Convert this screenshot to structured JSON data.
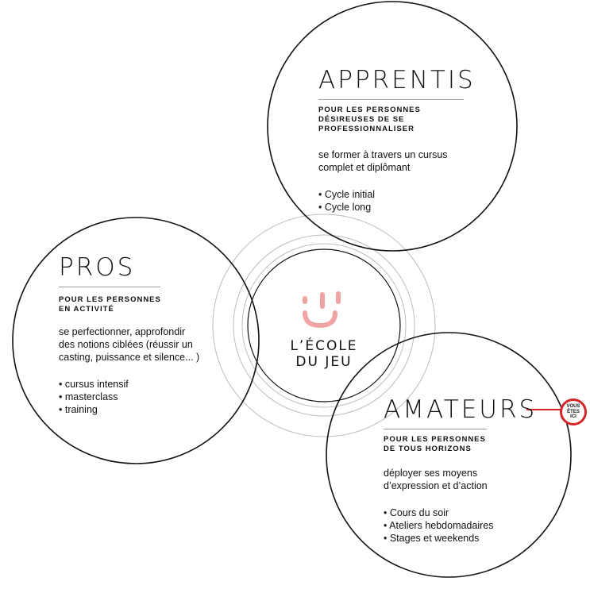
{
  "colors": {
    "accent": "#d3252a",
    "logo": "#f0a3a3",
    "line": "#111111",
    "ring": "#bdbdbd"
  },
  "center": {
    "logo_icon": "ecole-du-jeu-logo-icon",
    "name_line1": "L’ÉCOLE",
    "name_line2": "DU JEU"
  },
  "apprentis": {
    "title": "APPRENTIS",
    "subtitle": [
      "POUR LES PERSONNES",
      "DÉSIREUSES DE SE",
      "PROFESSIONNALISER"
    ],
    "description": [
      "se former à travers un cursus",
      "complet et diplômant"
    ],
    "items": [
      "• Cycle initial",
      "• Cycle long"
    ]
  },
  "pros": {
    "title": "PROS",
    "subtitle": [
      "POUR LES PERSONNES",
      "EN ACTIVITÉ"
    ],
    "description": [
      "se perfectionner, approfondir",
      "des notions ciblées (réussir un",
      "casting, puissance et silence... )"
    ],
    "items": [
      "• cursus intensif",
      "• masterclass",
      "• training"
    ]
  },
  "amateurs": {
    "title": "AMATEURS",
    "subtitle": [
      "POUR LES PERSONNES",
      "DE TOUS HORIZONS"
    ],
    "description": [
      "déployer ses moyens",
      "d’expression et d’action"
    ],
    "items": [
      "• Cours du soir",
      "• Ateliers hebdomadaires",
      "• Stages et weekends"
    ]
  },
  "badge": {
    "lines": [
      "VOUS",
      "ÊTES",
      "ICI"
    ]
  }
}
